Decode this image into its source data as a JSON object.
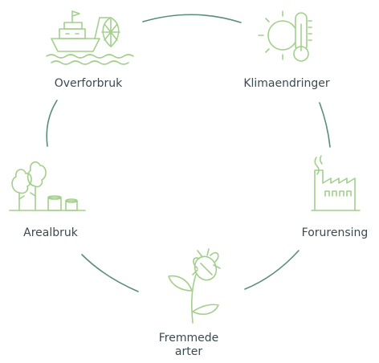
{
  "diagram": {
    "colors": {
      "arc": "#5a8c7a",
      "icon": "#a3cf8c",
      "text": "#3a4a4f"
    },
    "nodes": [
      {
        "label": "Overforbruk",
        "icon": "ship-fishing-net-icon"
      },
      {
        "label": "Klimaendringer",
        "icon": "sun-thermometer-icon"
      },
      {
        "label": "Forurensing",
        "icon": "factory-smoke-icon"
      },
      {
        "label": "Fremmede\narter",
        "label_lines": [
          "Fremmede",
          "arter"
        ],
        "icon": "plant-with-bug-icon"
      },
      {
        "label": "Arealbruk",
        "icon": "trees-and-stumps-icon"
      }
    ]
  }
}
